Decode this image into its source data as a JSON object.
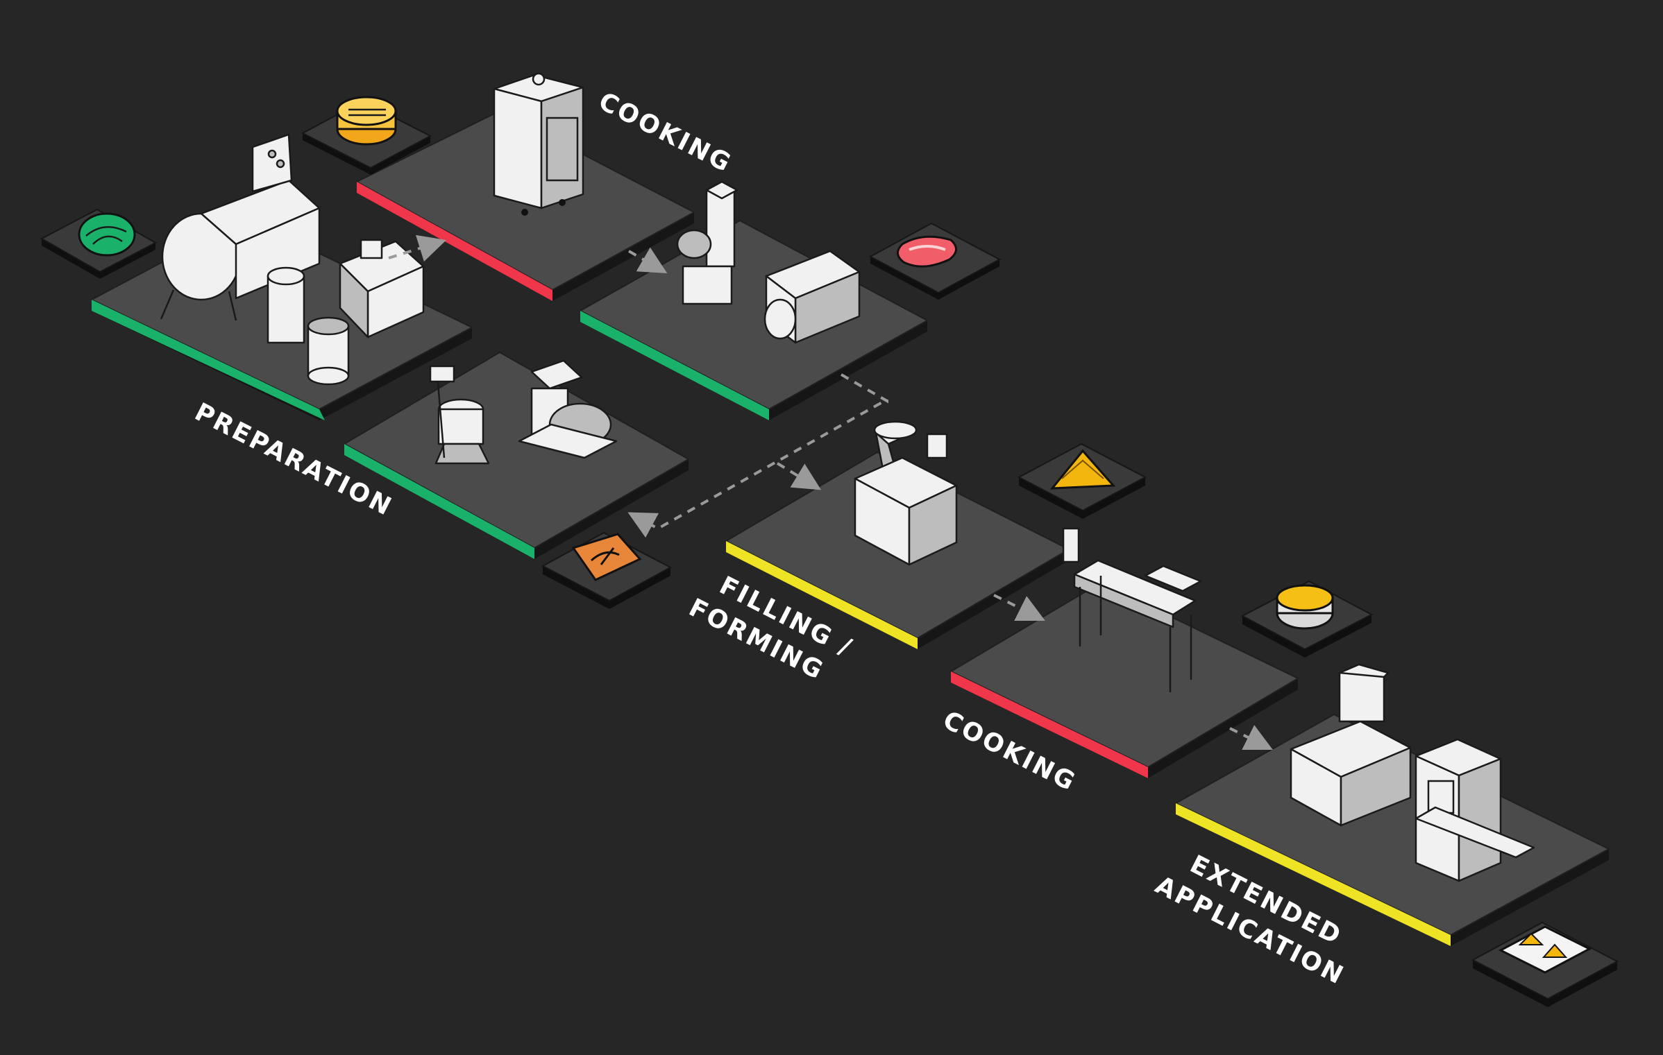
{
  "diagram": {
    "background": "#262626",
    "stage_colors": {
      "green": "#1ab26b",
      "red": "#f0364a",
      "yellow": "#efe326"
    },
    "labels": {
      "preparation": "PREPARATION",
      "cooking_top": "COOKING",
      "filling_line1": "FILLING /",
      "filling_line2": "FORMING",
      "cooking_bottom": "COOKING",
      "extended_line1": "EXTENDED",
      "extended_line2": "APPLICATION"
    },
    "icons": {
      "cabbage": "cabbage-icon",
      "steamer": "steamer-basket-icon",
      "meat": "meat-steak-icon",
      "flour": "flour-sack-icon",
      "dumpling": "dumpling-icon",
      "pot": "pot-icon",
      "tray": "dumpling-tray-icon"
    }
  }
}
